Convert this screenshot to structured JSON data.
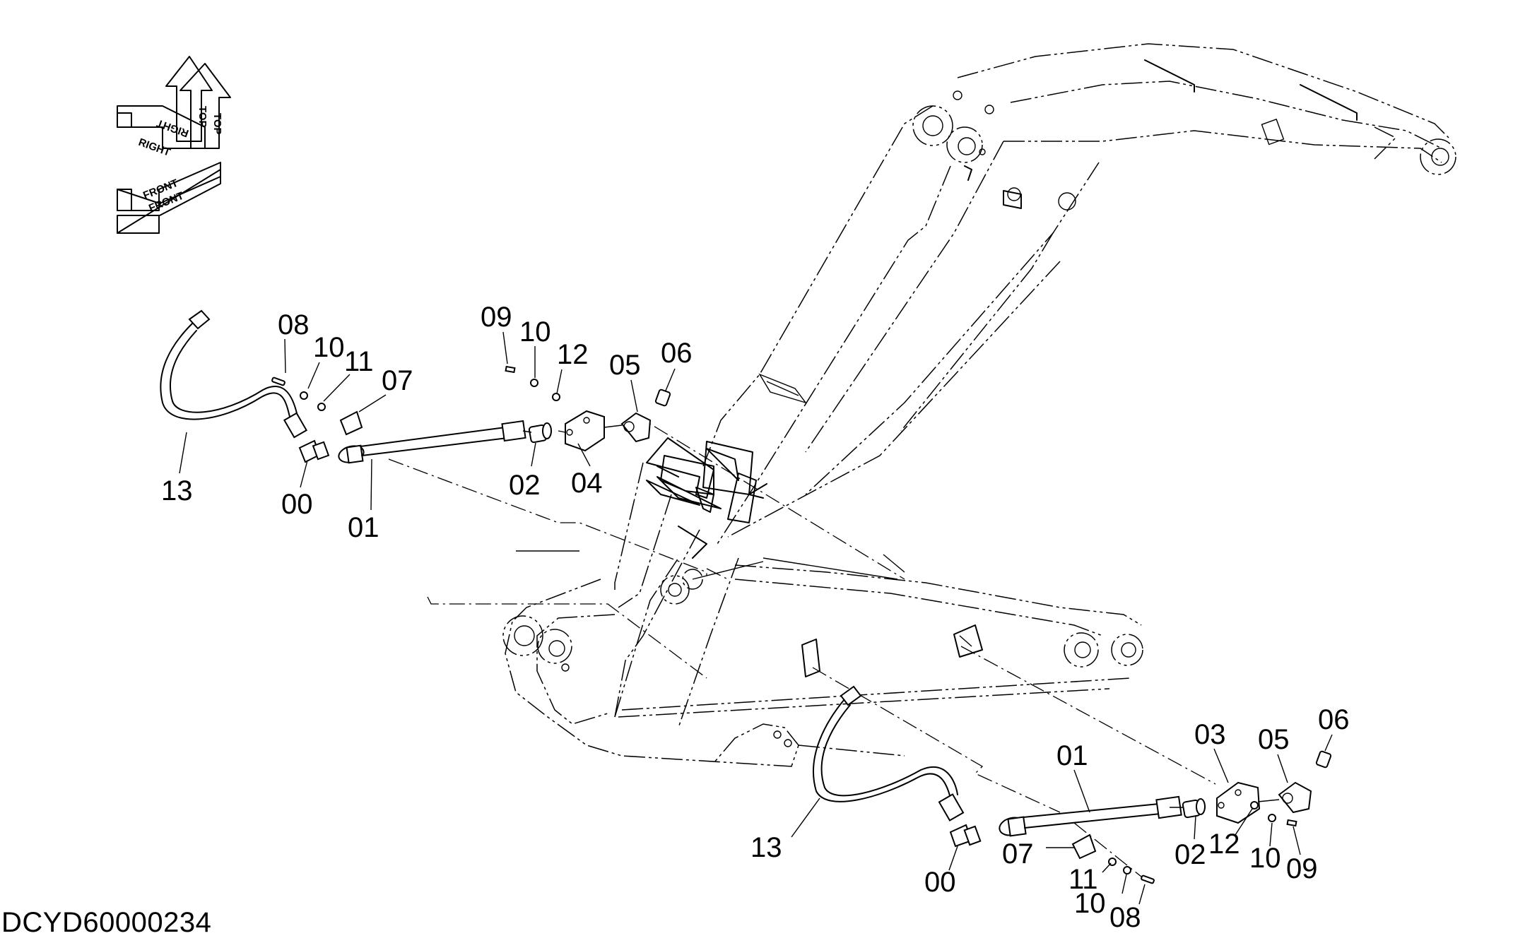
{
  "drawing_code": "DCYD60000234",
  "orientation": {
    "top": "TOP",
    "right": "RIGHT",
    "front": "FRONT"
  },
  "callouts": {
    "upper": [
      "08",
      "10",
      "11",
      "07",
      "09",
      "10",
      "12",
      "05",
      "06",
      "13",
      "00",
      "01",
      "02",
      "04"
    ],
    "lower": [
      "03",
      "06",
      "05",
      "01",
      "13",
      "00",
      "07",
      "02",
      "12",
      "10",
      "09",
      "11",
      "10",
      "08"
    ]
  }
}
